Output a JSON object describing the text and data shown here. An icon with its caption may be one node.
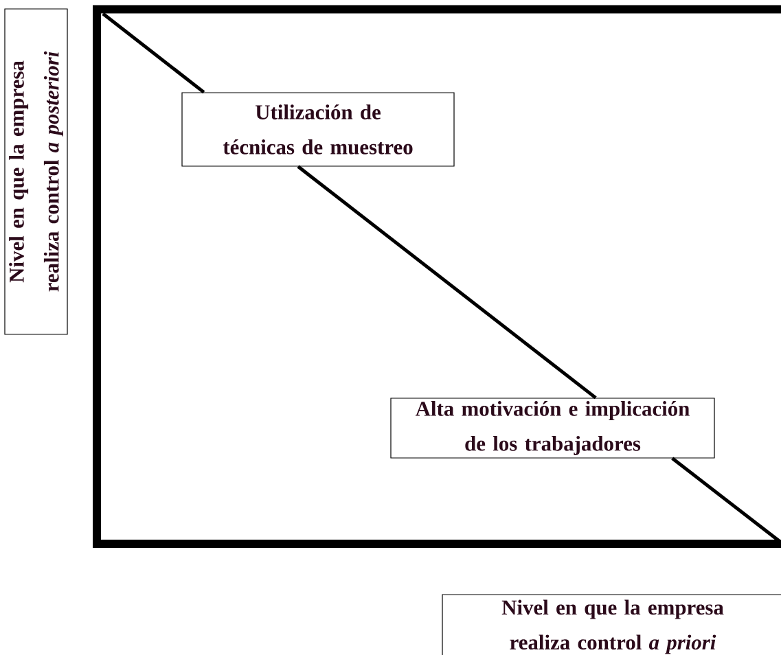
{
  "diagram": {
    "nodes": [
      {
        "text": [
          "Nivel en que la empresa realiza control *a posteriori*"
        ]
      },
      {
        "text": [
          "Utilización de técnicas de muestreo"
        ]
      },
      {
        "text": [
          "Alta motivación e implicación de los trabajadores"
        ]
      },
      {
        "text": [
          "Nivel en que la empresa realiza control *a priori*"
        ]
      }
    ],
    "edges": [
      {
        "from": null,
        "to": 1,
        "arrow": "none"
      },
      {
        "from": 1,
        "to": 2,
        "arrow": "none"
      },
      {
        "from": 2,
        "to": null,
        "arrow": "none"
      }
    ]
  }
}
